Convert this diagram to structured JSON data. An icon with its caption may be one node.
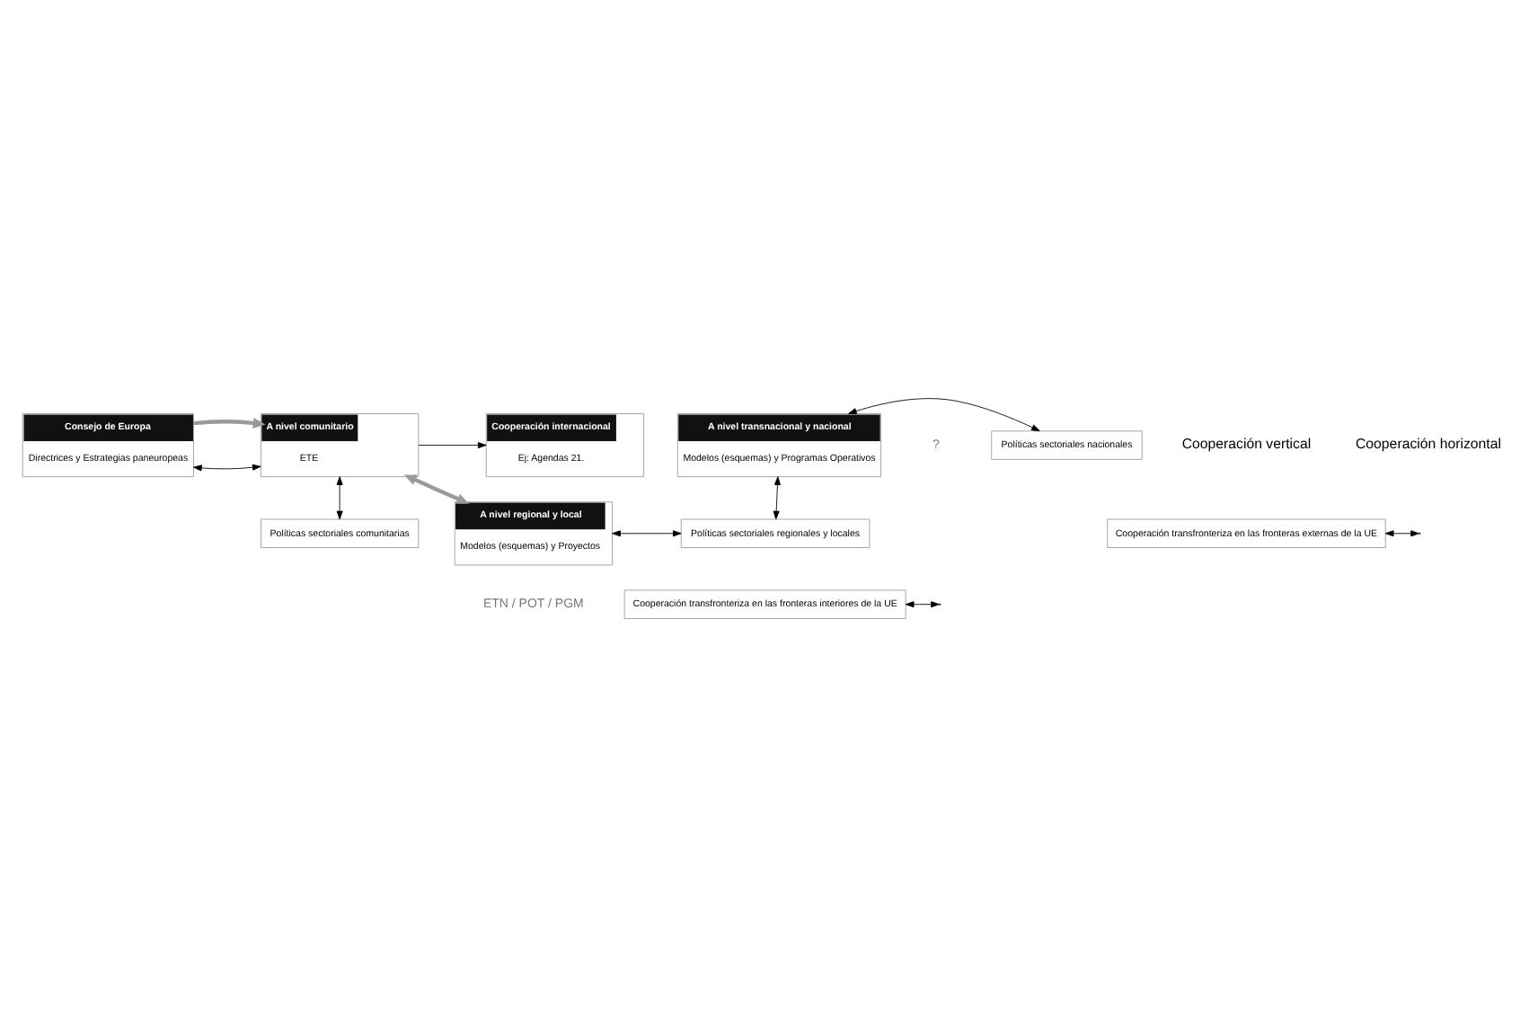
{
  "diagram": {
    "nodes": [
      {
        "text": [
          "Consejo de Europa",
          "Directrices y Estrategias paneuropeas"
        ]
      },
      {
        "text": [
          "A nivel comunitario",
          "ETE"
        ]
      },
      {
        "text": [
          "Cooperación internacional",
          "Ej: Agendas 21."
        ]
      },
      {
        "text": [
          "Cooperación transfronteriza en las fronteras externas de la UE"
        ]
      },
      {
        "text": [
          "Políticas sectoriales comunitarias"
        ]
      },
      {
        "text": [
          "A nivel transnacional y nacional",
          "Modelos (esquemas) y Programas Operativos"
        ]
      },
      {
        "text": [
          "Políticas sectoriales nacionales"
        ]
      },
      {
        "text": [
          "Cooperación transfronteriza en las fronteras interiores de la UE"
        ]
      },
      {
        "text": [
          "A nivel regional y local",
          "Modelos (esquemas) y Proyectos"
        ]
      },
      {
        "text": [
          "Políticas sectoriales regionales y locales"
        ]
      }
    ],
    "edges": [
      {
        "from": 0,
        "to": 1,
        "arrow": "both"
      },
      {
        "from": 0,
        "to": 1,
        "arrow": "to",
        "style": "thick",
        "color": "#9a9a9a"
      },
      {
        "from": 1,
        "to": 2,
        "arrow": "to"
      },
      {
        "from": 3,
        "to": null,
        "arrow": "both"
      },
      {
        "from": 1,
        "to": 4,
        "arrow": "both"
      },
      {
        "from": 1,
        "to": 8,
        "arrow": "both",
        "style": "thick",
        "color": "#9a9a9a"
      },
      {
        "from": 5,
        "to": 6,
        "arrow": "both"
      },
      {
        "from": 5,
        "to": 9,
        "arrow": "both"
      },
      {
        "from": 7,
        "to": null,
        "arrow": "both"
      },
      {
        "from": 8,
        "to": 9,
        "arrow": "both"
      }
    ],
    "labels": [
      "Cooperación horizontal",
      "Cooperación vertical",
      "?",
      "ETN / POT / PGM"
    ]
  }
}
